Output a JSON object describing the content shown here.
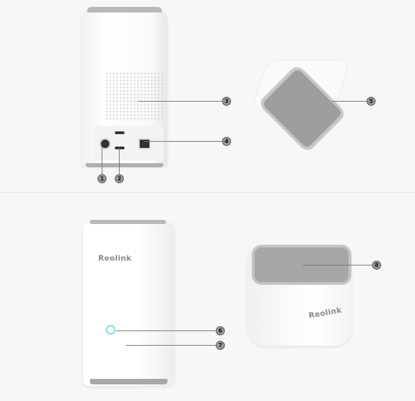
{
  "brand_logo": "Reolink",
  "callouts": [
    "1",
    "2",
    "3",
    "4",
    "5",
    "6",
    "7",
    "8"
  ],
  "colors": {
    "background": "#f7f7f7",
    "device": "#ffffff",
    "accent_gray": "#a8a8a8",
    "led": "#7fe0d6"
  }
}
